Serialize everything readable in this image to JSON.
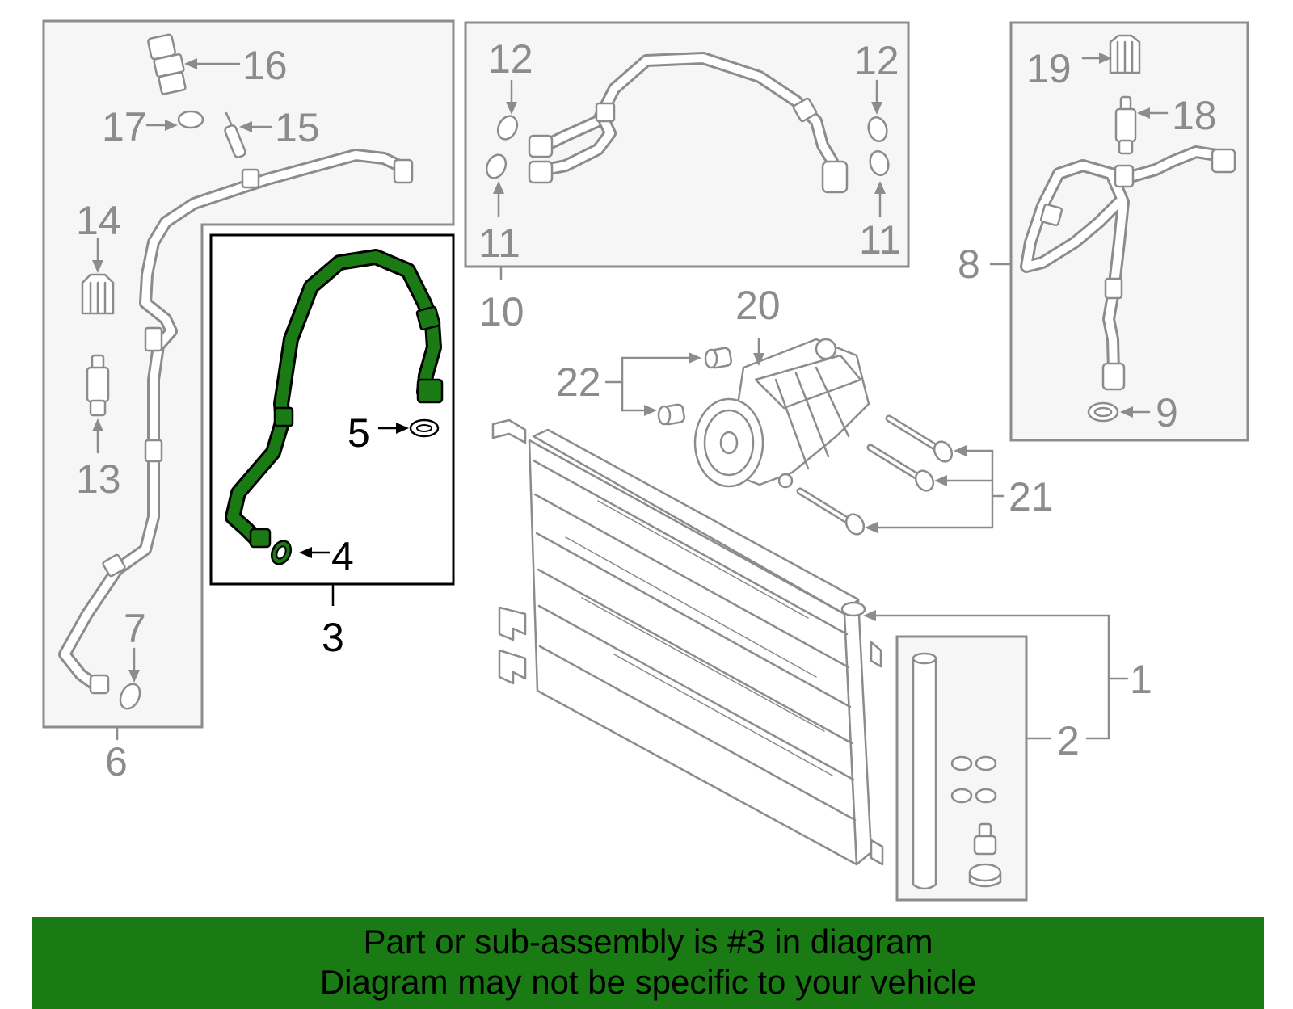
{
  "callouts": {
    "c1": "1",
    "c2": "2",
    "c3": "3",
    "c4": "4",
    "c5": "5",
    "c6": "6",
    "c7": "7",
    "c8": "8",
    "c9": "9",
    "c10": "10",
    "c11a": "11",
    "c11b": "11",
    "c12a": "12",
    "c12b": "12",
    "c13": "13",
    "c14": "14",
    "c15": "15",
    "c16": "16",
    "c17": "17",
    "c18": "18",
    "c19": "19",
    "c20": "20",
    "c21": "21",
    "c22": "22"
  },
  "highlighted_part": "3",
  "colors": {
    "highlight": "#1a7a14",
    "muted": "#8c8c8c",
    "banner": "#1a7a14"
  },
  "banner": {
    "line1": "Part or sub-assembly is #3 in diagram",
    "line2": "Diagram may not be specific to your vehicle"
  }
}
